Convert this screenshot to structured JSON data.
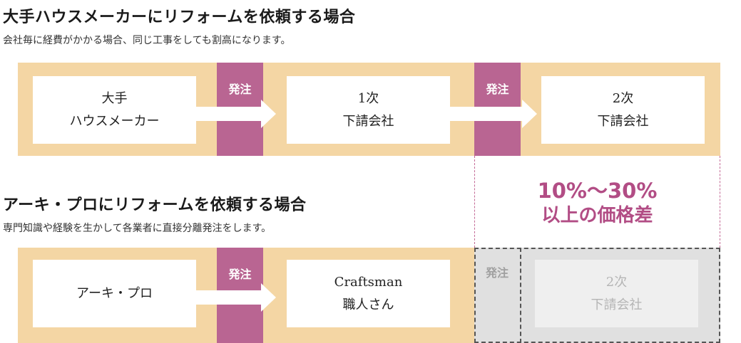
{
  "section1": {
    "title": "大手ハウスメーカーにリフォームを依頼する場合",
    "subtitle": "会社毎に経費がかかる場合、同じ工事をしても割高になります。",
    "boxes": [
      {
        "line1": "大手",
        "line2": "ハウスメーカー"
      },
      {
        "line1": "1次",
        "line2": "下請会社"
      },
      {
        "line1": "2次",
        "line2": "下請会社"
      }
    ],
    "orders": [
      "発注",
      "発注"
    ]
  },
  "section2": {
    "title": "アーキ・プロにリフォームを依頼する場合",
    "subtitle": "専門知識や経験を生かして各業者に直接分離発注をします。",
    "boxes": [
      {
        "line1": "アーキ・プロ"
      },
      {
        "line1": "Craftsman",
        "line2": "職人さん"
      }
    ],
    "order": "発注",
    "removed": {
      "order": "発注",
      "line1": "2次",
      "line2": "下請会社"
    }
  },
  "difference": {
    "line1": "10%〜30%",
    "line2": "以上の価格差"
  },
  "colors": {
    "band": "#f4d6a4",
    "order": "#b96592",
    "accent": "#b24d85",
    "gray": "#e0e0e0"
  }
}
